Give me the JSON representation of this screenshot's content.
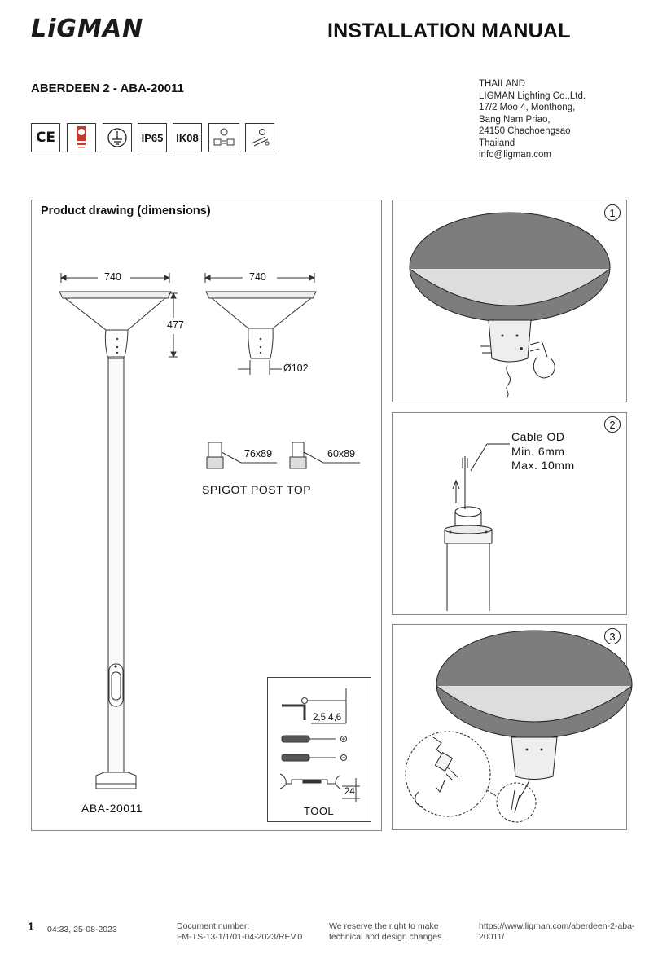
{
  "header": {
    "brand": "LiGMAN",
    "title": "INSTALLATION MANUAL",
    "product": "ABERDEEN 2 - ABA-20011"
  },
  "address": {
    "lines": [
      "THAILAND",
      "LIGMAN Lighting Co.,Ltd.",
      "17/2 Moo 4, Monthong,",
      "Bang Nam Priao,",
      "24150 Chachoengsao",
      "Thailand",
      "info@ligman.com"
    ]
  },
  "certifications": {
    "ce": "CE",
    "ip": "IP65",
    "ik": "IK08"
  },
  "drawing": {
    "title": "Product drawing (dimensions)",
    "width_left": "740",
    "width_right": "740",
    "height": "477",
    "diameter": "Ø102",
    "spigot_a": "76x89",
    "spigot_b": "60x89",
    "spigot_label": "SPIGOT POST TOP",
    "model_label": "ABA-20011"
  },
  "tool": {
    "hex_sizes": "2,5,4,6",
    "wrench_size": "24",
    "label": "TOOL"
  },
  "steps": {
    "one": "1",
    "two": "2",
    "three": "3",
    "cable_lines": [
      "Cable OD",
      "Min. 6mm",
      "Max. 10mm"
    ]
  },
  "footer": {
    "page": "1",
    "timestamp": "04:33, 25-08-2023",
    "doc_label": "Document number:",
    "doc_number": "FM-TS-13-1/1/01-04-2023/REV.0",
    "reserve_1": "We reserve the right to make",
    "reserve_2": "technical and design changes.",
    "url_1": "https://www.ligman.com/aberdeen-2-aba-",
    "url_2": "20011/"
  }
}
